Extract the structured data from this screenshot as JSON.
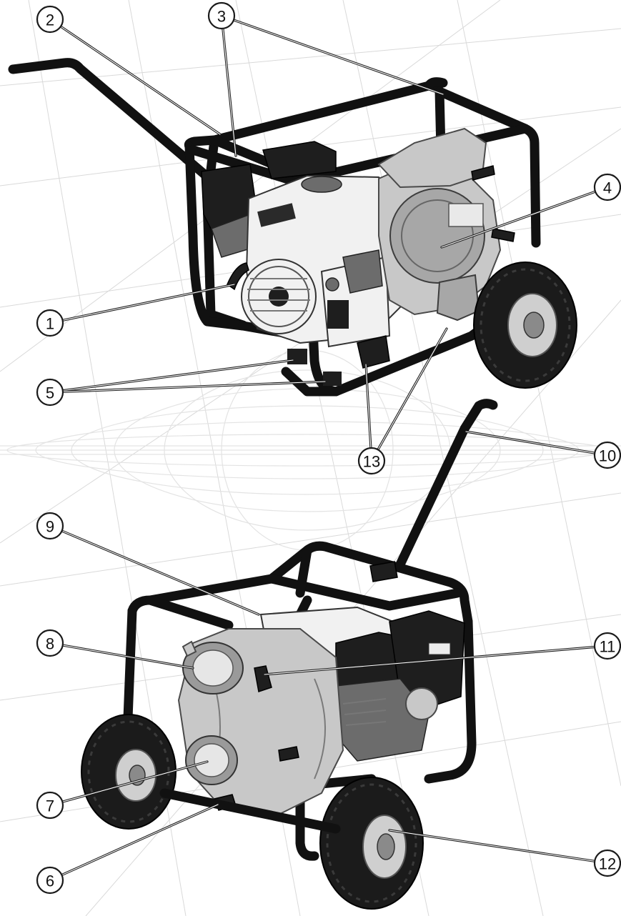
{
  "diagram": {
    "callouts": [
      {
        "label": "1",
        "name": "engine"
      },
      {
        "label": "2",
        "name": "handle-mount"
      },
      {
        "label": "3",
        "name": "frame-top"
      },
      {
        "label": "4",
        "name": "pump-housing"
      },
      {
        "label": "5",
        "name": "engine-mounts"
      },
      {
        "label": "6",
        "name": "drain-plug"
      },
      {
        "label": "7",
        "name": "outlet-port"
      },
      {
        "label": "8",
        "name": "inlet-port"
      },
      {
        "label": "9",
        "name": "frame-rear"
      },
      {
        "label": "10",
        "name": "handle"
      },
      {
        "label": "11",
        "name": "priming-cap"
      },
      {
        "label": "12",
        "name": "wheel"
      },
      {
        "label": "13",
        "name": "frame-base"
      }
    ]
  }
}
